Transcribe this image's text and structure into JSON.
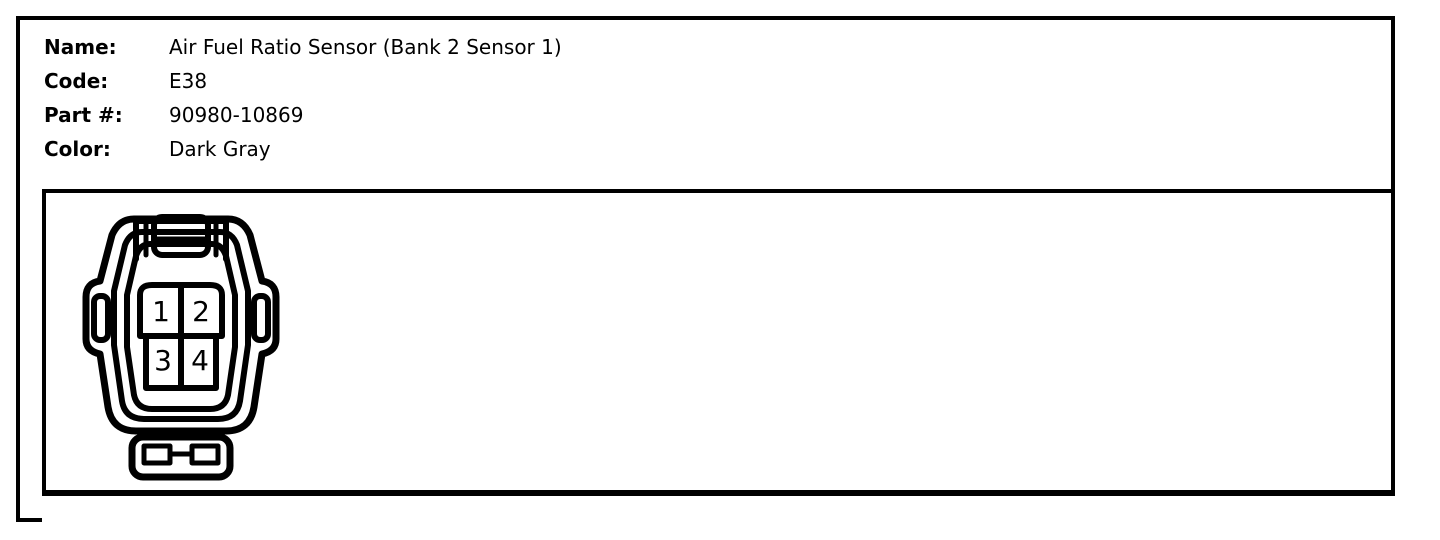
{
  "header": {
    "rows": [
      {
        "label": "Name:",
        "value": "Air Fuel Ratio Sensor (Bank 2 Sensor 1)"
      },
      {
        "label": "Code:",
        "value": "E38"
      },
      {
        "label": "Part #:",
        "value": "90980-10869"
      },
      {
        "label": "Color:",
        "value": "Dark Gray"
      }
    ]
  },
  "diagram": {
    "connector": {
      "type": "4-pin-automotive-connector",
      "view": "front",
      "pin_count": 4,
      "layout": "2x2",
      "pins": [
        {
          "number": "1",
          "row": 1,
          "column": 1
        },
        {
          "number": "2",
          "row": 1,
          "column": 2
        },
        {
          "number": "3",
          "row": 2,
          "column": 1
        },
        {
          "number": "4",
          "row": 2,
          "column": 2
        }
      ]
    }
  },
  "colors": {
    "ink": "#000000",
    "paper": "#ffffff"
  }
}
